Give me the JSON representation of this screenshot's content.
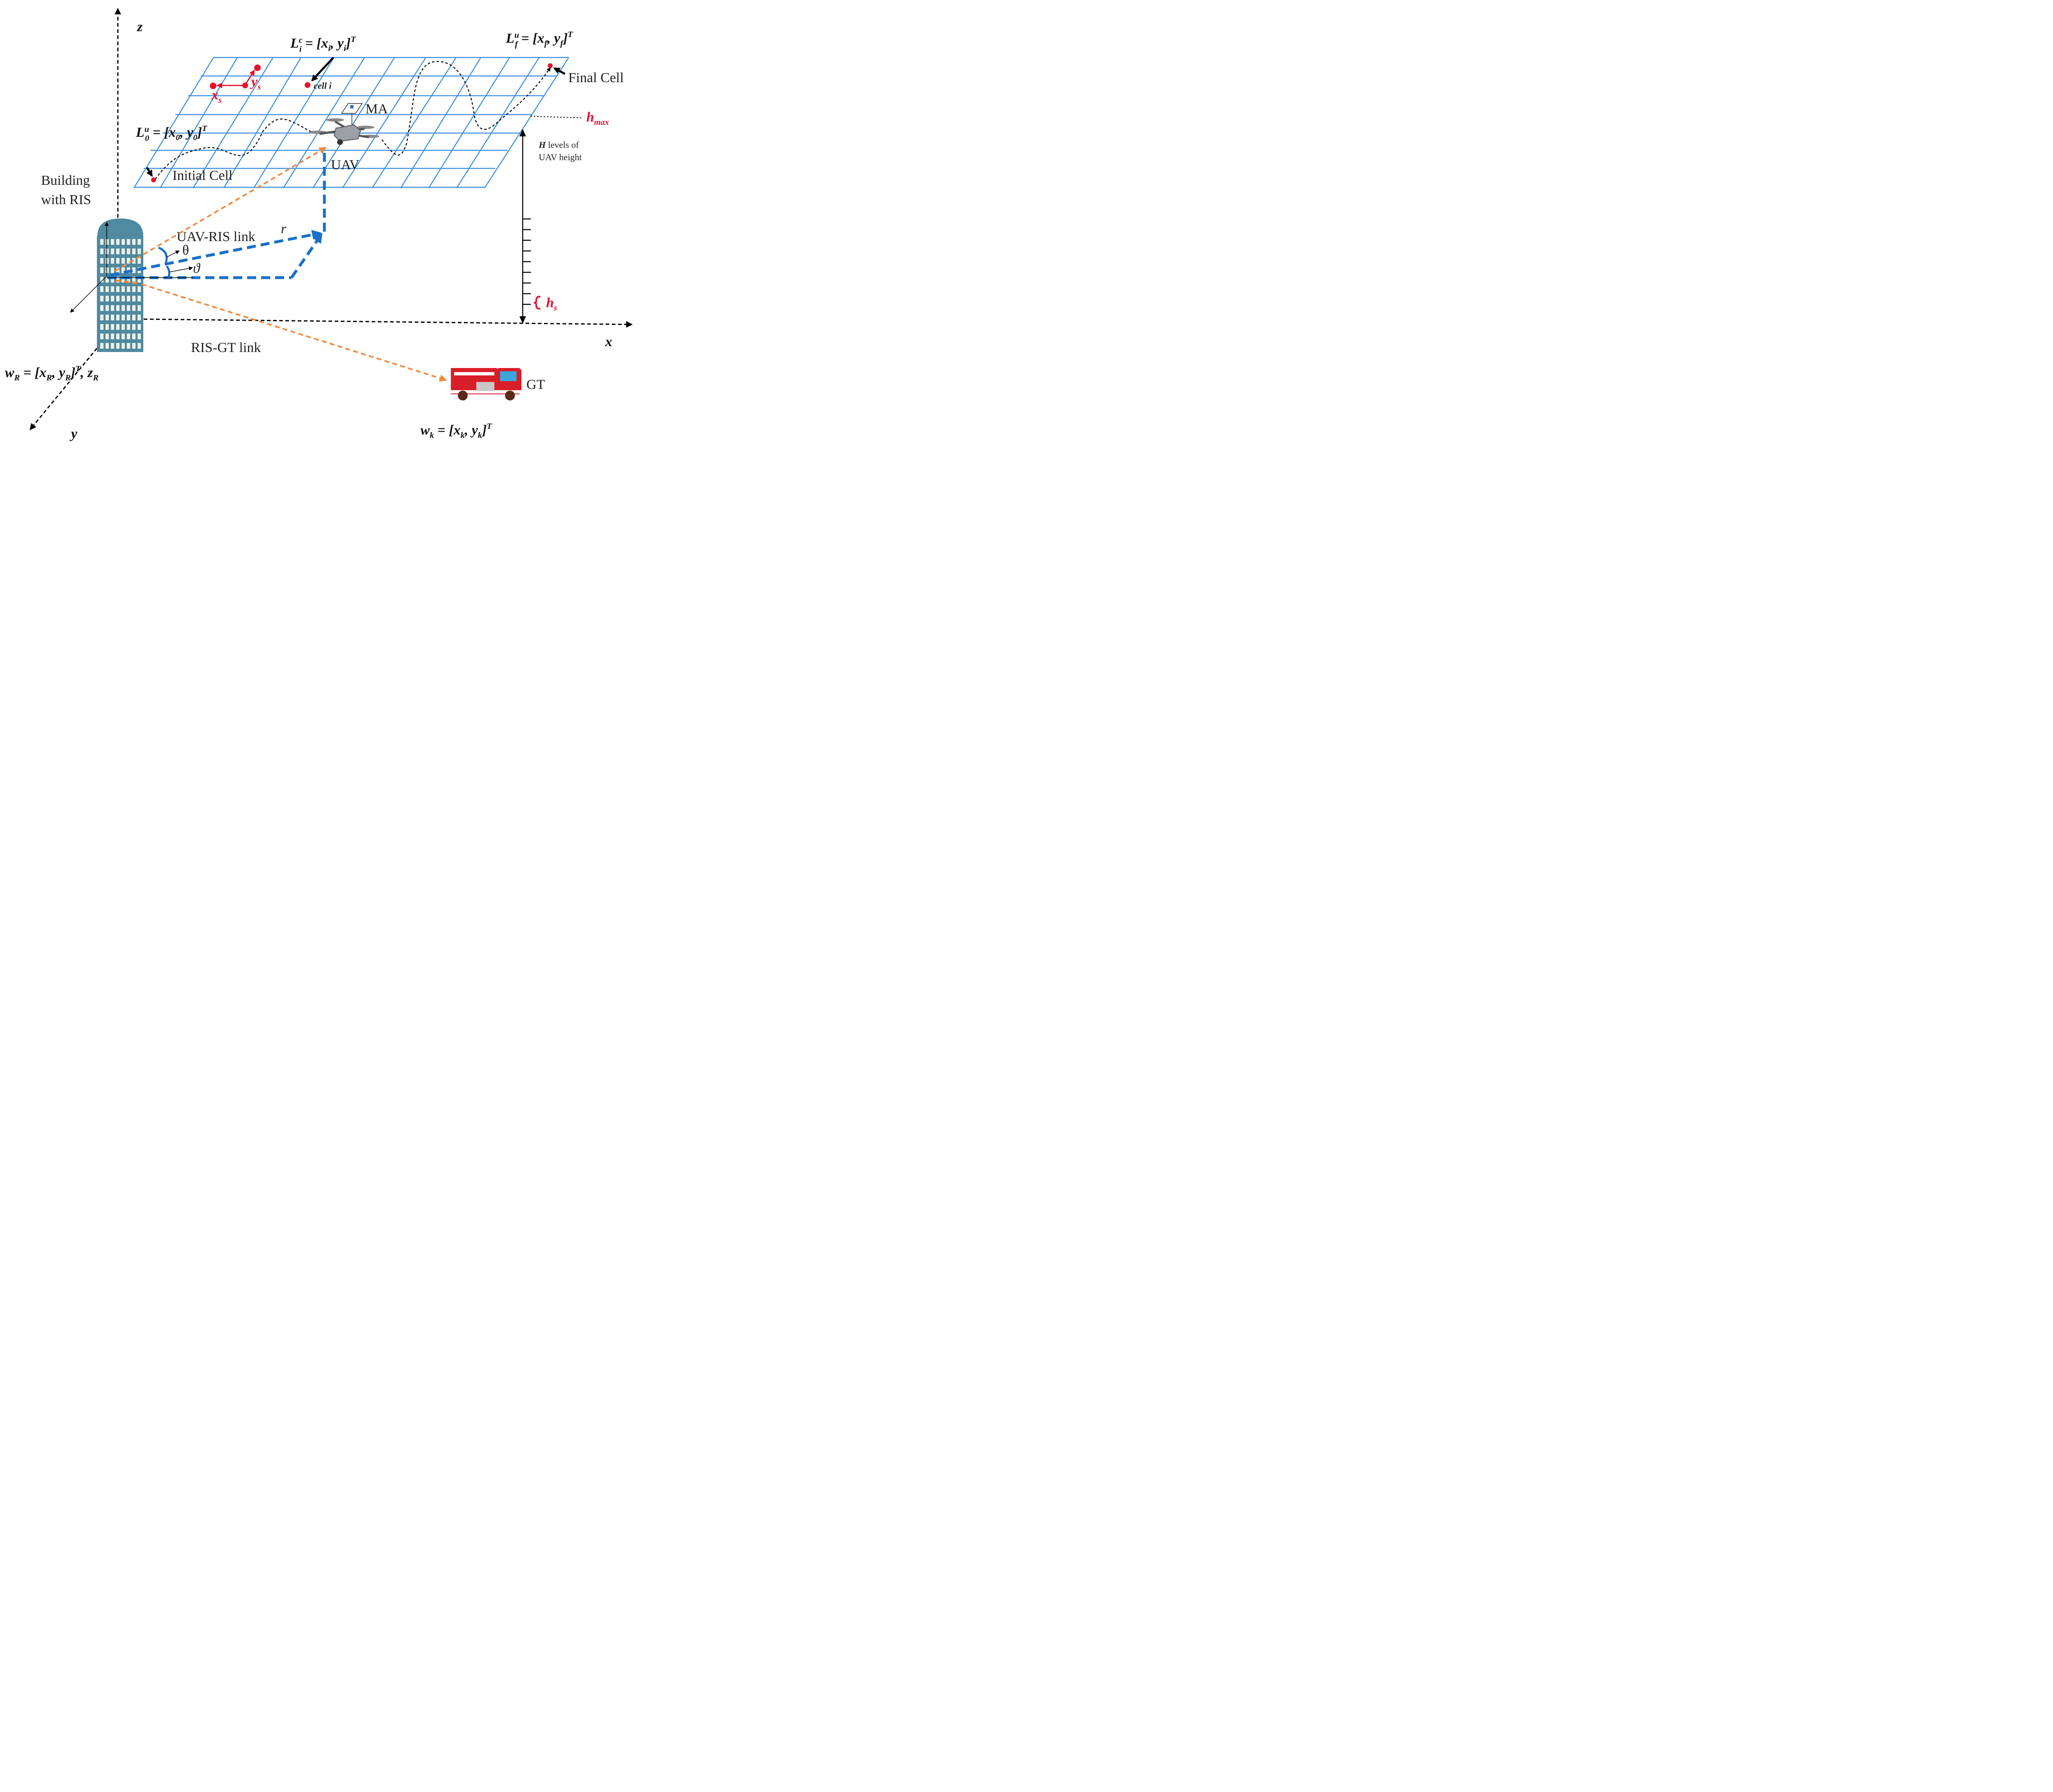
{
  "axes": {
    "z": "z",
    "x": "x",
    "y": "y"
  },
  "labels": {
    "cell_i_coord": "L_i^c = [x_i, y_i]^T",
    "final_coord": "L_f^u = [x_f, y_f]^T",
    "initial_coord": "L_0^u = [x_0, y_0]^T",
    "building_ris_coord": "w_R = [x_R, y_R]^T, z_R",
    "gt_coord": "w_k = [x_k, y_k]^T",
    "final_cell": "Final Cell",
    "initial_cell": "Initial Cell",
    "cell_i": "cell i",
    "ma": "MA",
    "uav": "UAV",
    "gt": "GT",
    "building_line1": "Building",
    "building_line2": "with RIS",
    "uav_ris_link": "UAV-RIS link",
    "ris_gt_link": "RIS-GT link",
    "r": "r",
    "theta": "θ",
    "vartheta": "ϑ",
    "h_max": "h_max",
    "h_s": "h_s",
    "h_levels_bold": "H",
    "h_levels_line1": " levels of",
    "h_levels_line2": "UAV height",
    "xs": "x_s",
    "ys": "y_s"
  },
  "colors": {
    "grid": "#3d8fe0",
    "link_blue": "#1a6fc8",
    "link_orange": "#ee8a3f",
    "red": "#e8112d",
    "building": "#4f8aa0",
    "truck": "#d81e28"
  }
}
